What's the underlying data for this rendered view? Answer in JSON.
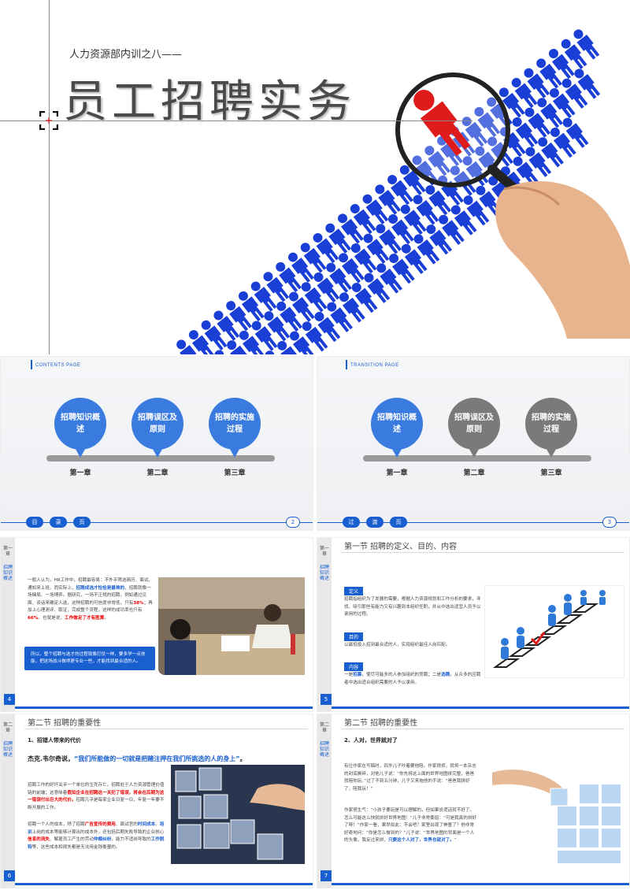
{
  "cover": {
    "subtitle": "人力资源部内训之八——",
    "title": "员工招聘实务",
    "colors": {
      "blue": "#1a3fd6",
      "red": "#e01b1b"
    }
  },
  "slide2": {
    "label": "CONTENTS PAGE",
    "pins": [
      {
        "label": "招聘知识概述",
        "chapter": "第一章"
      },
      {
        "label": "招聘误区及原则",
        "chapter": "第二章"
      },
      {
        "label": "招聘的实施过程",
        "chapter": "第三章"
      }
    ],
    "footer_tags": [
      "目",
      "录",
      "页"
    ],
    "page": "2"
  },
  "slide3": {
    "label": "TRANSITION  PAGE",
    "pins": [
      {
        "label": "招聘知识概述",
        "chapter": "第一章"
      },
      {
        "label": "招聘误区及原则",
        "chapter": "第二章"
      },
      {
        "label": "招聘的实施过程",
        "chapter": "第三章"
      }
    ],
    "footer_tags": [
      "过",
      "渡",
      "页"
    ],
    "page": "3"
  },
  "slide4": {
    "side_chapter": "第一章",
    "side_title": "招聘知识概述",
    "para_a": "一般人认为，HR工作中，招聘最容易：不外乎筛选简历、面试、通知来上班。而实际上，",
    "para_b": "招聘成选才恰恰是最难的",
    "para_c": "，招聘就像一场赌局、一场博弈。据研究，一场不正规的招聘，例如通过见面、谈话来确定人选，这种招聘的可信度非常低，只有",
    "para_d": "38%",
    "para_e": "；再加上心理测评、取证，完成整个流程，这样的成功率也只有",
    "para_f": "66%",
    "para_g": "。也就是说，",
    "para_h": "工作做足了才有胜算",
    "para_i": "。",
    "box": "所以，整个招聘与选才的过程就像打仗一样，要多学一点技能，把这场战斗做得更专业一些，才能找到最合适的人。",
    "page": "4"
  },
  "slide5": {
    "side_chapter": "第一章",
    "side_title": "招聘知识概述",
    "heading": "第一节  招聘的定义、目的、内容",
    "items": [
      {
        "tag": "定义",
        "text": "招聘指组织为了发展的需要，根据人力资源规划和工作分析的要求，寻找、吸引那些有能力又有兴趣到本组织任职，并从中选出适宜人员予以录用的过程。"
      },
      {
        "tag": "目的",
        "text": "以最低投入招到最合适的人，实现组织最佳人岗匹配。"
      },
      {
        "tag": "内容",
        "text_a": "一是",
        "text_b": "招募",
        "text_c": "，使尽可能多的人参加组织的竞聘；二是",
        "text_d": "选聘",
        "text_e": "，从众多的应聘者中选出适合组织需要的人予以录用。"
      }
    ],
    "page": "5"
  },
  "slide6": {
    "side_chapter": "第二章",
    "side_title": "招聘知识概述",
    "heading": "第二节  招聘的重要性",
    "sub": "1、招错人带来的代价",
    "quote_name": "杰克.韦尔奇说，",
    "quote": "“我们所能做的一切就是把赌注押在我们所挑选的人的身上”",
    "quote_end": "。",
    "p1_a": "招聘工作的好坏关乎一个单位的生死存亡。招聘处于人力资源管理价值链的前端；这意味着",
    "p1_b": "假如企业在招聘这一关犯了错误，将会在后期为这一错误付出巨大的代价。",
    "p1_c": "招聘几乎是每家企业日复一日，年复一年要不断开展的工作。",
    "p2_a": "招聘一个人的成本，除了招聘",
    "p2_b": "广告宣传的费用",
    "p2_c": "、面试官的",
    "p2_d": "时间成本",
    "p2_e": "、",
    "p2_f": "培训",
    "p2_g": "上岗的成本等能够计算出的成本外，还包括后期失败导致的企业核心",
    "p2_h": "信息的流失",
    "p2_i": "、解雇员工产生的劳动",
    "p2_j": "仲裁纠纷",
    "p2_k": "，能力不适岗导致的",
    "p2_l": "工作脱钩",
    "p2_m": "等，这些成本和损失都是无法用金钱衡量的。",
    "page": "6"
  },
  "slide7": {
    "side_chapter": "第二章",
    "side_title": "招聘知识概述",
    "heading": "第二节  招聘的重要性",
    "sub": "2、人对，世界就对了",
    "p1": "有位作家在写稿时，四岁儿子吵着要他陪。作家很烦，就将一本杂志的封底撕碎，对他儿子说：“你先将这上面的世界地图拼完整，爸爸就陪你玩。”过了不到五分钟，儿子又来拖他的手说：“爸爸我拼好了，陪我玩！”",
    "p2_a": "作家很生气：“小孩子要玩是可以理解的，但如果说谎话就不好了。怎么可能这么快就拼好世界地图！”儿子非常委屈：“可是我真的拼好了呀！”作家一看，果然如此：不会吧？家里出现了神童了？他非常好奇地问：“你是怎么做到的？”儿子说：“世界地图的背面是一个人的头像，我反过来拼，",
    "p2_b": "只要这个人对了，世界也就对了。",
    "p2_c": "”",
    "page": "7"
  }
}
